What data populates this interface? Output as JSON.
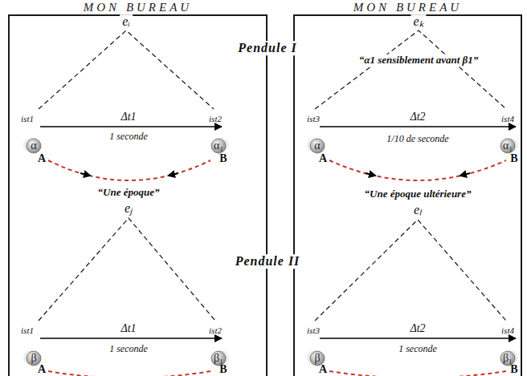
{
  "diagram": {
    "nodes": [
      {
        "text": [
          "MON BUREAU"
        ]
      },
      {
        "text": [
          "MON BUREAU"
        ]
      }
    ],
    "labels": [
      "Pendule I",
      "eᵢ",
      "ist1",
      "Δt1",
      "ist2",
      "1 seconde",
      "α",
      "α₁",
      "A",
      "B",
      "“Une époque”",
      "eⱼ",
      "ist1",
      "Δt1",
      "ist2",
      "1 seconde",
      "β",
      "β₁",
      "A",
      "B",
      "eₖ",
      "“α1 sensiblement avant β1”",
      "ist3",
      "Δt2",
      "ist4",
      "1/10 de seconde",
      "α",
      "α₁",
      "A",
      "B",
      "“Une époque ultérieure”",
      "eₗ",
      "ist3",
      "Δt2",
      "ist4",
      "1 seconde",
      "β",
      "β₁",
      "A",
      "B",
      "Pendule II"
    ]
  }
}
